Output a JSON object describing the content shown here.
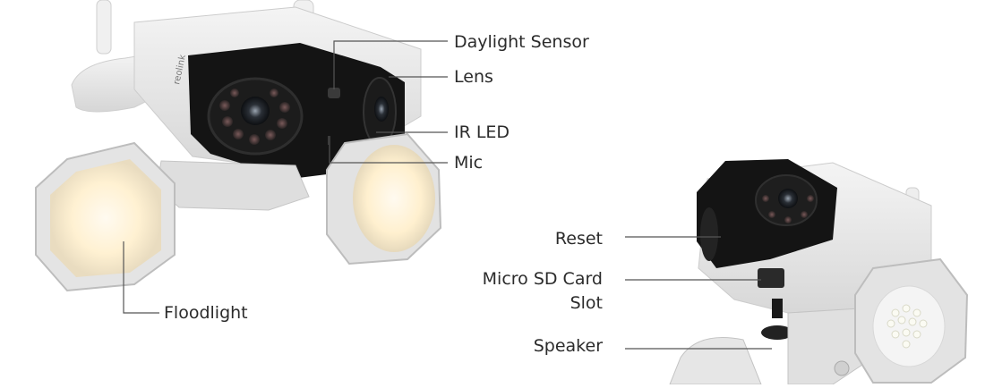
{
  "product": {
    "brand_mark": "reolink"
  },
  "callouts": {
    "daylight_sensor": "Daylight Sensor",
    "lens": "Lens",
    "ir_led": "IR LED",
    "mic": "Mic",
    "floodlight": "Floodlight",
    "reset": "Reset",
    "micro_sd_line1": "Micro SD Card",
    "micro_sd_line2": "Slot",
    "speaker": "Speaker"
  },
  "colors": {
    "background": "#ffffff",
    "housing": "#e9e9e9",
    "housing_shadow": "#c9c9c9",
    "faceplate": "#151515",
    "flood_glow": "#fff3d6",
    "leader_line": "#555555"
  }
}
